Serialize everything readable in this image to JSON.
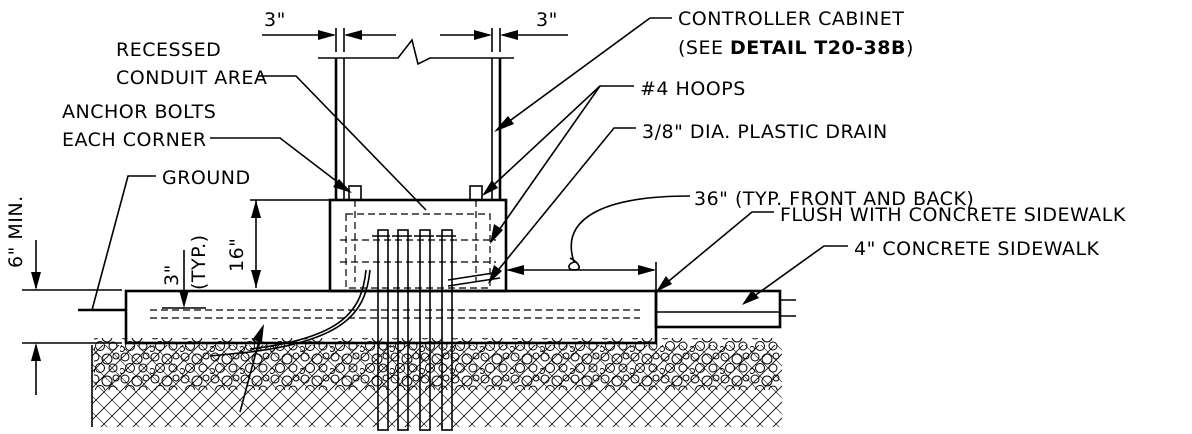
{
  "labels": {
    "dim_left_3": "3\"",
    "dim_right_3": "3\"",
    "controller_cabinet_line1": "CONTROLLER CABINET",
    "controller_cabinet_line2_prefix": "(SEE ",
    "controller_cabinet_line2_bold": "DETAIL T20-38B",
    "controller_cabinet_line2_suffix": ")",
    "recessed_line1": "RECESSED",
    "recessed_line2": "CONDUIT AREA",
    "hoops": "#4 HOOPS",
    "anchor_line1": "ANCHOR BOLTS",
    "anchor_line2": "EACH CORNER",
    "drain": "3/8\" DIA. PLASTIC DRAIN",
    "typ_36": "36\" (TYP. FRONT AND BACK)",
    "ground": "GROUND",
    "six_min": "6\" MIN.",
    "flush": "FLUSH WITH CONCRETE SIDEWALK",
    "sidewalk_4": "4\" CONCRETE SIDEWALK",
    "sixteen": "16\"",
    "three_typ_a": "3\"",
    "three_typ_b": "(TYP.)"
  },
  "colors": {
    "ink": "#000000",
    "paper": "#ffffff"
  }
}
